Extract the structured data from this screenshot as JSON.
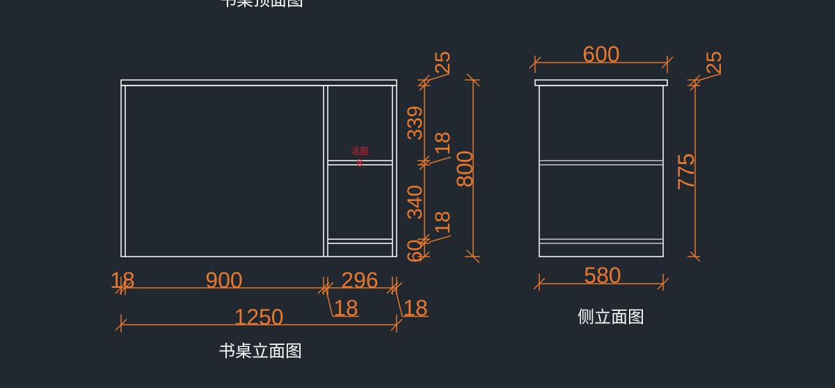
{
  "colors": {
    "background": "#212830",
    "line": "#ffffff",
    "inner_line": "#c8c8c8",
    "dimension": "#e8782e",
    "annotation": "#e0202a",
    "caption": "#ffffff"
  },
  "captions": {
    "top_view": "书桌顶面图",
    "front_view": "书桌立面图",
    "side_view": "侧立面图"
  },
  "annotation": {
    "line1": "活层",
    "line2": "B"
  },
  "front_dims": {
    "top_thickness": "25",
    "drawer_space": "339",
    "shelf_1": "18",
    "total_height": "800",
    "lower_space": "340",
    "shelf_2": "18",
    "base": "60",
    "left_panel": "18",
    "main_width": "900",
    "cabinet_width": "296",
    "mid_panel": "18",
    "right_panel": "18",
    "total_width": "1250"
  },
  "side_dims": {
    "top_depth": "600",
    "top_thickness": "25",
    "body_height": "775",
    "base_depth": "580"
  }
}
